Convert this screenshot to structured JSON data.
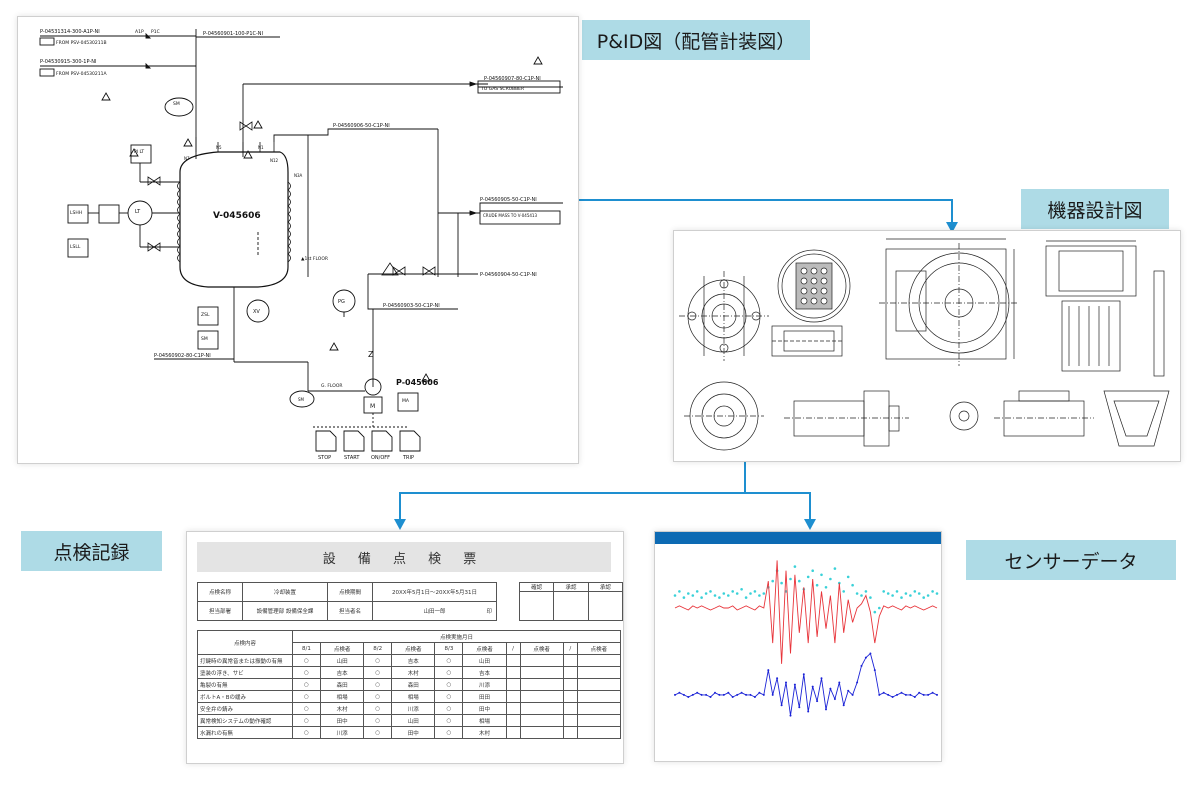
{
  "labels": {
    "pid": "P&ID図（配管計装図）",
    "equipment": "機器設計図",
    "inspection": "点検記録",
    "sensor": "センサーデータ"
  },
  "pid": {
    "vessel": "V-045606",
    "pump": "P-045606",
    "lines": [
      "P-04560901-100-P1C-NI",
      "P-04560907-80-C1P-NI",
      "P-04560906-50-C1P-NI",
      "P-04560905-50-C1P-NI",
      "P-04560904-50-C1P-NI",
      "P-04560903-50-C1P-NI",
      "P-04560902-80-C1P-NI",
      "P-04531314-300-A1P-NI",
      "P-04530915-300-1P-NI"
    ],
    "notes": [
      "TO GAS SCRUBBER",
      "CRUDE MASS TO V-045413",
      "FROM PSV-04530211B",
      "FROM PSV-04530211A",
      "1st FLOOR",
      "G. FLOOR",
      "A1P",
      "P1C"
    ],
    "instruments": [
      "LT",
      "PI LT",
      "LSHH",
      "LSLL",
      "PG",
      "XV",
      "ZSH",
      "ZSL",
      "SM",
      "MA"
    ],
    "motor_buttons": [
      "STOP",
      "START",
      "ON/OFF",
      "TRIP"
    ],
    "motor": "M",
    "tank_nozzles": [
      "N1",
      "N2",
      "N3",
      "N4",
      "N5",
      "N6",
      "N7",
      "N12",
      "N13"
    ]
  },
  "inspection": {
    "title": "設 備 点 検 票",
    "info": {
      "k1": "点検名称",
      "v1": "冷却装置",
      "k2": "点検期間",
      "v2": "20XX年5月1日～20XX年5月31日",
      "k3": "担当部署",
      "v3": "設備管理部 設備保全課",
      "k4": "担当者名",
      "v4": "山田一郎",
      "seal": "印"
    },
    "approvals": [
      "確認",
      "承認",
      "承認"
    ],
    "header_item": "点検内容",
    "header_group": "点検実施月日",
    "sub": [
      "8/1",
      "点検者",
      "8/2",
      "点検者",
      "8/3",
      "点検者",
      "/",
      "点検者",
      "/",
      "点検者"
    ],
    "rows": [
      [
        "打鍵時の異常音または振動の有無",
        "○",
        "山田",
        "○",
        "吉本",
        "○",
        "山田"
      ],
      [
        "塗装の浮き、サビ",
        "○",
        "吉本",
        "○",
        "木村",
        "○",
        "吉本"
      ],
      [
        "亀裂の有無",
        "○",
        "森田",
        "○",
        "森田",
        "○",
        "川添"
      ],
      [
        "ボルトA・Bの緩み",
        "○",
        "相場",
        "○",
        "相場",
        "○",
        "田田"
      ],
      [
        "安全弁の錆み",
        "○",
        "木村",
        "○",
        "川添",
        "○",
        "田中"
      ],
      [
        "異常検知システムの動作確認",
        "○",
        "田中",
        "○",
        "山田",
        "○",
        "相場"
      ],
      [
        "水漏れの有無",
        "○",
        "川添",
        "○",
        "田中",
        "○",
        "木村"
      ]
    ]
  },
  "chart_data": {
    "type": "line",
    "title": "",
    "xlabel": "",
    "ylabel": "",
    "legend": "none",
    "series": [
      {
        "color": "#3ad1d8",
        "style": "points",
        "values": [
          0.78,
          0.8,
          0.77,
          0.79,
          0.78,
          0.8,
          0.77,
          0.79,
          0.8,
          0.78,
          0.77,
          0.79,
          0.78,
          0.8,
          0.79,
          0.81,
          0.77,
          0.79,
          0.8,
          0.78,
          0.79,
          0.82,
          0.85,
          0.9,
          0.84,
          0.8,
          0.86,
          0.92,
          0.85,
          0.81,
          0.87,
          0.9,
          0.83,
          0.88,
          0.82,
          0.86,
          0.91,
          0.84,
          0.8,
          0.87,
          0.83,
          0.79,
          0.78,
          0.8,
          0.77,
          0.7,
          0.72,
          0.8,
          0.79,
          0.78,
          0.8,
          0.77,
          0.79,
          0.78,
          0.8,
          0.79,
          0.77,
          0.78,
          0.8,
          0.79
        ]
      },
      {
        "color": "#e8343a",
        "style": "line",
        "values": [
          0.72,
          0.73,
          0.72,
          0.71,
          0.73,
          0.72,
          0.73,
          0.72,
          0.71,
          0.72,
          0.73,
          0.72,
          0.72,
          0.73,
          0.71,
          0.72,
          0.73,
          0.72,
          0.71,
          0.73,
          0.72,
          0.85,
          0.55,
          0.95,
          0.45,
          0.9,
          0.5,
          0.88,
          0.6,
          0.82,
          0.55,
          0.86,
          0.58,
          0.8,
          0.62,
          0.78,
          0.55,
          0.84,
          0.6,
          0.76,
          0.65,
          0.72,
          0.74,
          0.78,
          0.7,
          0.55,
          0.68,
          0.73,
          0.72,
          0.73,
          0.72,
          0.71,
          0.73,
          0.72,
          0.73,
          0.72,
          0.71,
          0.72,
          0.73,
          0.72
        ]
      },
      {
        "color": "#1a22d6",
        "style": "line-points",
        "values": [
          0.3,
          0.31,
          0.3,
          0.29,
          0.3,
          0.31,
          0.3,
          0.3,
          0.29,
          0.31,
          0.3,
          0.3,
          0.31,
          0.29,
          0.3,
          0.31,
          0.3,
          0.3,
          0.29,
          0.31,
          0.3,
          0.42,
          0.3,
          0.38,
          0.25,
          0.36,
          0.2,
          0.35,
          0.24,
          0.4,
          0.22,
          0.34,
          0.27,
          0.38,
          0.23,
          0.33,
          0.28,
          0.36,
          0.25,
          0.32,
          0.3,
          0.36,
          0.44,
          0.48,
          0.5,
          0.42,
          0.3,
          0.31,
          0.3,
          0.29,
          0.3,
          0.31,
          0.3,
          0.3,
          0.29,
          0.31,
          0.3,
          0.3,
          0.31,
          0.3
        ]
      }
    ]
  }
}
